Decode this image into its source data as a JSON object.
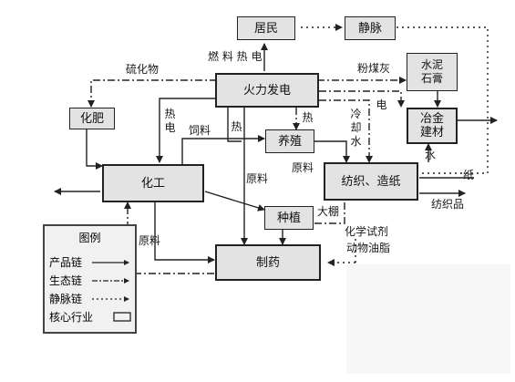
{
  "nodes": {
    "residents": "居民",
    "vein": "静脉",
    "thermal_power": "火力发电",
    "cement_gypsum": "水泥\n石膏",
    "metallurgy_building": "冶金\n建材",
    "fertilizer": "化肥",
    "breeding": "养殖",
    "chemical": "化工",
    "textile_paper": "纺织、造纸",
    "planting": "种植",
    "pharmacy": "制药"
  },
  "edge_labels": {
    "fuel_heat_power": "燃 料 热 电",
    "sulfide": "硫化物",
    "fly_ash": "粉煤灰",
    "heat_power_left": "热\n电",
    "heat_mid": "热",
    "heat_breeding": "热",
    "cooling_water": "冷\n却\n水",
    "electricity": "电",
    "feed": "饲料",
    "raw_material_1": "原料",
    "raw_material_2": "原料",
    "raw_material_3": "原料",
    "water": "水",
    "paper": "纸",
    "textile_products": "纺织品",
    "greenhouse": "大棚",
    "chemical_reagent": "化学试剂",
    "animal_fat": "动物油脂"
  },
  "legend": {
    "title": "图例",
    "product_chain": "产品链",
    "ecological_chain": "生态链",
    "vein_chain": "静脉链",
    "core_industry": "核心行业"
  },
  "colors": {
    "node_fill": "#e3e3e3",
    "line": "#222222",
    "legend_fill": "#f1f1f1"
  }
}
